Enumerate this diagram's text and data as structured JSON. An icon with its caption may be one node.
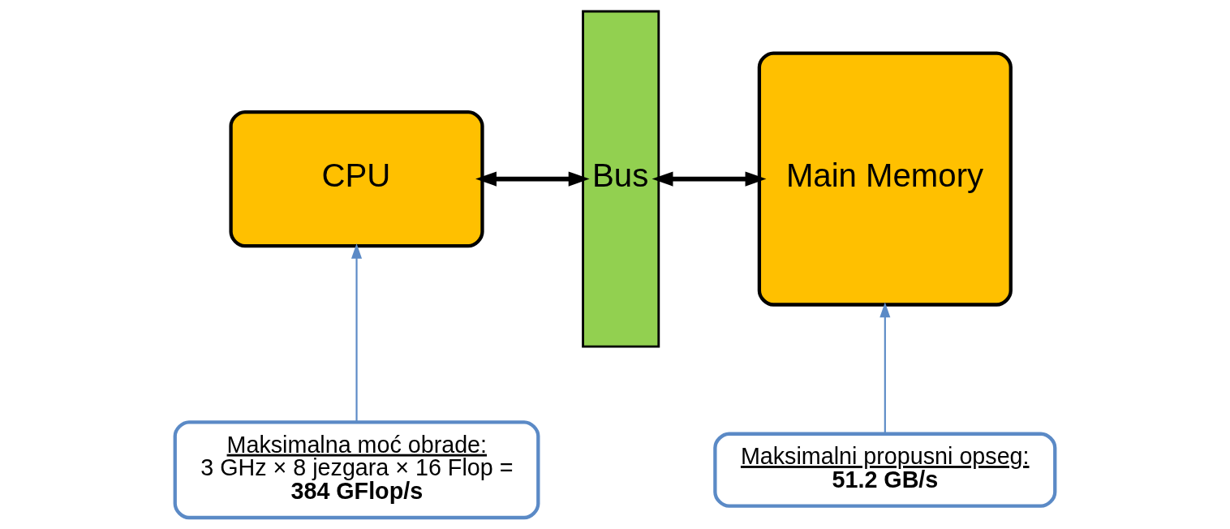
{
  "diagram": {
    "nodes": [
      {
        "text": [
          "CPU"
        ]
      },
      {
        "text": [
          "Bus"
        ]
      },
      {
        "text": [
          "Main Memory"
        ]
      },
      {
        "text": [
          "Maksimalna moć obrade:",
          "3 GHz × 8 jezgara × 16 Flop =",
          "384 GFlop/s"
        ]
      },
      {
        "text": [
          "Maksimalni propusni opseg:",
          "51.2 GB/s"
        ]
      }
    ],
    "edges": [
      {
        "from": 0,
        "to": 1,
        "arrow": "both",
        "style": "thick"
      },
      {
        "from": 1,
        "to": 2,
        "arrow": "both",
        "style": "thick"
      },
      {
        "from": 3,
        "to": 0,
        "arrow": "to",
        "color": "#5b8ac6"
      },
      {
        "from": 4,
        "to": 2,
        "arrow": "to",
        "color": "#5b8ac6"
      }
    ]
  }
}
